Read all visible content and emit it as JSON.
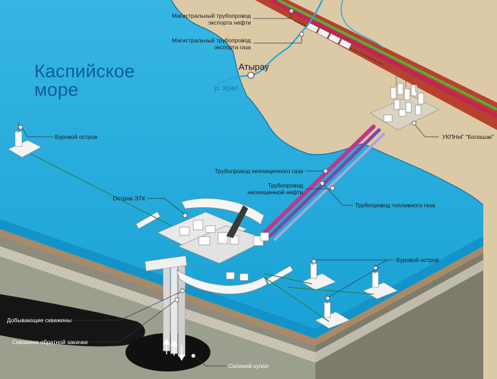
{
  "sea": {
    "line1": "Каспийское",
    "line2": "море"
  },
  "city": {
    "name": "Атырау"
  },
  "river": {
    "name": "р. Урал"
  },
  "labels": {
    "oil_export_line1": "Магистральный трубопровод",
    "oil_export_line2": "экспорта нефти",
    "gas_export_line1": "Магистральный трубопровод",
    "gas_export_line2": "экспорта газа",
    "drill_island_left": "Буровой остров",
    "bolashak": "УКПНиГ \"Болашак\"",
    "raw_gas_pipeline": "Трубопровод неочищенного газа",
    "raw_oil_line1": "Трубопровод",
    "raw_oil_line2": "неочищенной нефти",
    "fuel_gas_pipeline": "Трубопровод топливного газа",
    "etk_island": "Остров ЭТК",
    "drill_island_right": "Буровой остров",
    "production_wells": "Добывающие скважины",
    "injection_well": "Скважина обратной закачки",
    "salt_dome": "Соляной купол"
  },
  "colors": {
    "sea": "#1ea9dc",
    "land": "#dcc9a6",
    "pipeline_raw_gas": "#c0368c",
    "pipeline_raw_oil": "#7b4aa3",
    "pipeline_fuel_gas": "#a7a9d4",
    "export_oil": "#c4235a",
    "export_gas": "#5cab3a",
    "flowline": "#2e7d4f"
  }
}
